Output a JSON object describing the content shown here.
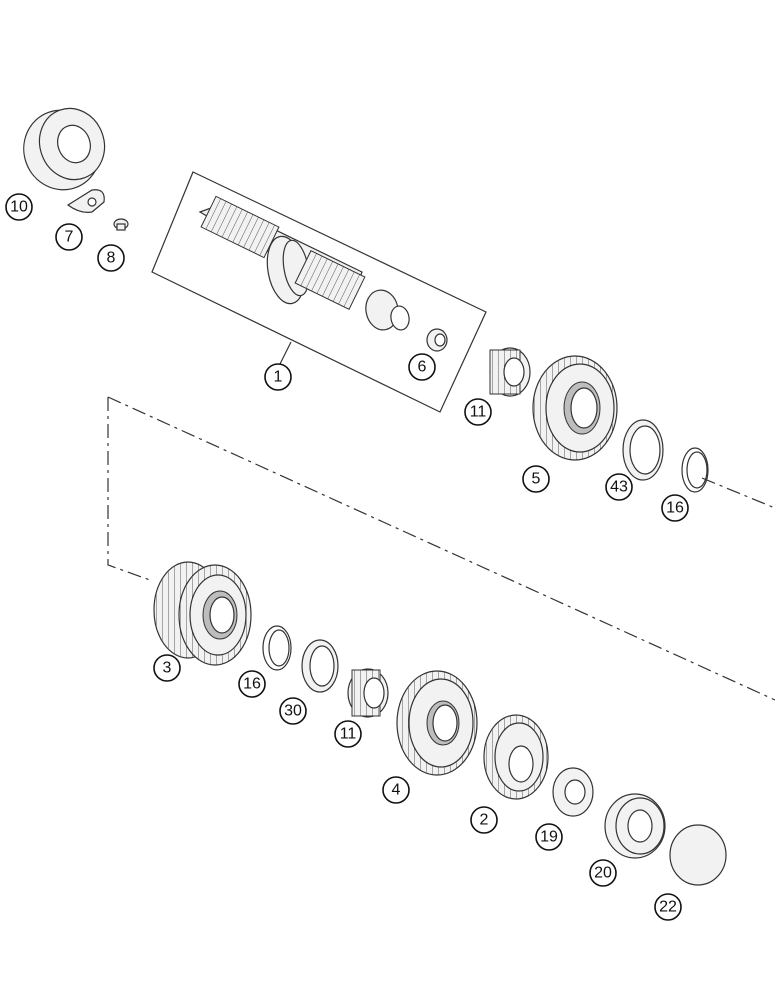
{
  "callouts": [
    {
      "id": "bearing-10",
      "label": "10"
    },
    {
      "id": "retainer-7",
      "label": "7"
    },
    {
      "id": "screw-8",
      "label": "8"
    },
    {
      "id": "main-shaft-1",
      "label": "1"
    },
    {
      "id": "bushing-6",
      "label": "6"
    },
    {
      "id": "needle-bearing-11-top",
      "label": "11"
    },
    {
      "id": "gear-5",
      "label": "5"
    },
    {
      "id": "washer-43",
      "label": "43"
    },
    {
      "id": "circlip-16-top",
      "label": "16"
    },
    {
      "id": "gear-3",
      "label": "3"
    },
    {
      "id": "circlip-16-bottom",
      "label": "16"
    },
    {
      "id": "thrust-washer-30",
      "label": "30"
    },
    {
      "id": "needle-bearing-11-bottom",
      "label": "11"
    },
    {
      "id": "gear-4",
      "label": "4"
    },
    {
      "id": "gear-2",
      "label": "2"
    },
    {
      "id": "washer-19",
      "label": "19"
    },
    {
      "id": "bearing-20",
      "label": "20"
    },
    {
      "id": "shim-22",
      "label": "22"
    }
  ]
}
